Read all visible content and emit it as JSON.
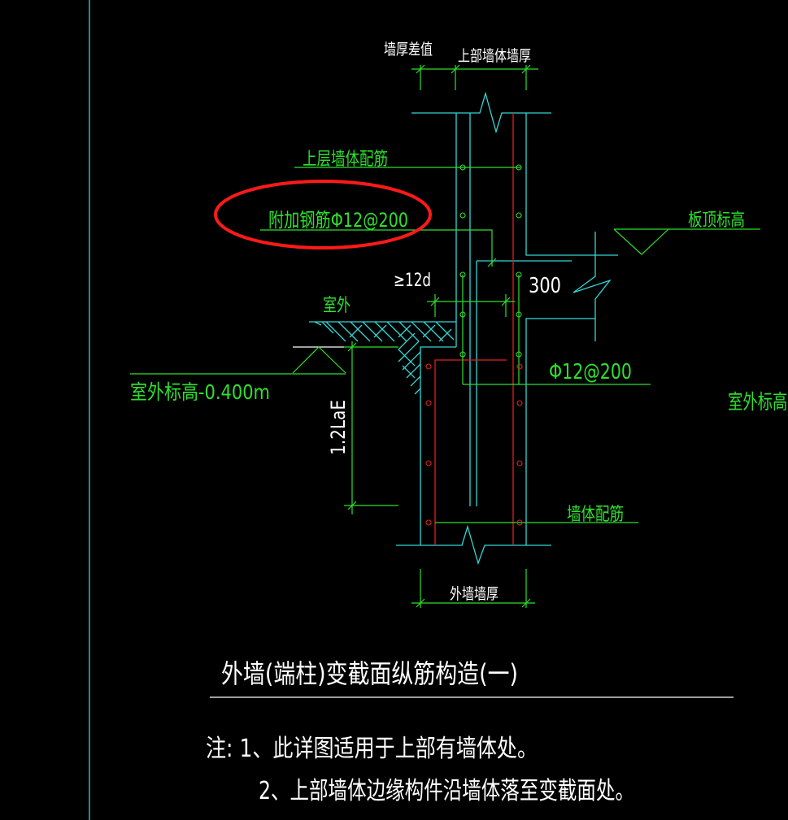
{
  "colors": {
    "background": "#000000",
    "wall": "#33d6d6",
    "dimension": "#2ee02e",
    "rebar": "#e02020",
    "text": "#ffffff",
    "highlight": "#ff1a1a"
  },
  "labels": {
    "wall_thickness_diff": "墙厚差值",
    "upper_wall_thickness": "上部墙体墙厚",
    "upper_wall_rebar": "上层墙体配筋",
    "additional_rebar": "附加钢筋Φ12@200",
    "slab_top_elevation": "板顶标高",
    "min_anchor": "≥12d",
    "dim_300": "300",
    "outdoor": "室外",
    "outdoor_elevation": "室外标高-0.400m",
    "outdoor_elevation_right": "室外标高-",
    "rebar_spec": "Φ12@200",
    "anchor_length": "1.2LaE",
    "wall_rebar": "墙体配筋",
    "outer_wall_thickness": "外墙墙厚"
  },
  "title": "外墙(端柱)变截面纵筋构造(一)",
  "notes": [
    "注: 1、此详图适用于上部有墙体处。",
    "2、上部墙体边缘构件沿墙体落至变截面处。"
  ]
}
